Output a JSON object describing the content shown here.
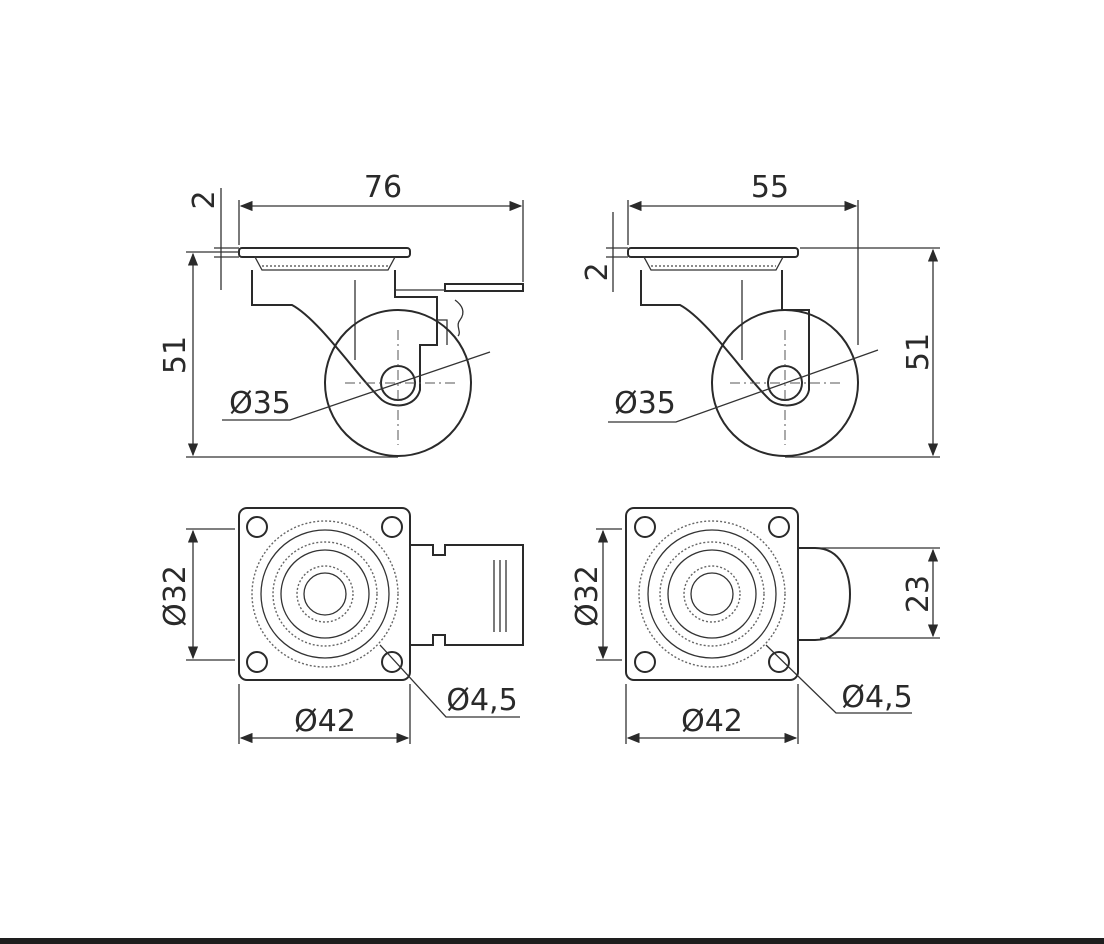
{
  "drawing": {
    "side_view_braked": {
      "width": "76",
      "plate_thickness": "2",
      "height": "51",
      "wheel_diameter": "Ø35"
    },
    "side_view_unbraked": {
      "width": "55",
      "plate_thickness": "2",
      "height": "51",
      "wheel_diameter": "Ø35"
    },
    "top_view_braked": {
      "hole_spacing": "Ø32",
      "plate_size": "Ø42",
      "hole_diameter": "Ø4,5"
    },
    "top_view_unbraked": {
      "hole_spacing": "Ø32",
      "plate_size": "Ø42",
      "hole_diameter": "Ø4,5",
      "wheel_width": "23"
    }
  }
}
